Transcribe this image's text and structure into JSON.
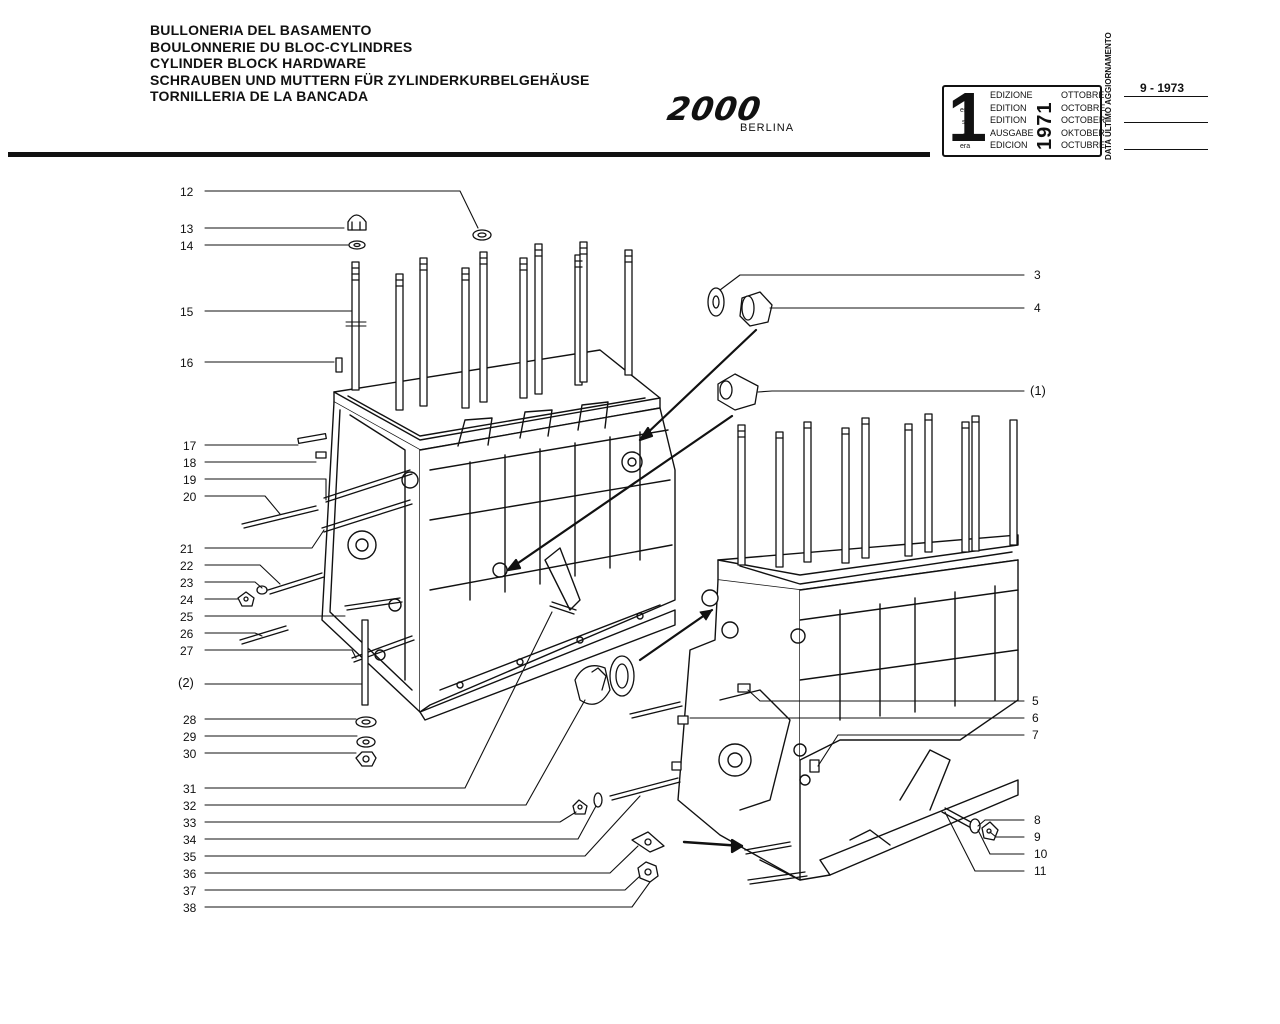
{
  "titles": [
    "BULLONERIA DEL BASAMENTO",
    "BOULONNERIE DU BLOC-CYLINDRES",
    "CYLINDER BLOCK HARDWARE",
    "SCHRAUBEN UND MUTTERN FÜR ZYLINDERKURBELGEHÄUSE",
    "TORNILLERIA DE LA BANCADA"
  ],
  "logo": {
    "model": "2000",
    "variant": "BERLINA"
  },
  "edition": {
    "number": "1",
    "suffixes": [
      "a",
      "ere",
      "st",
      ".",
      "era"
    ],
    "edition_words": [
      "EDIZIONE",
      "EDITION",
      "EDITION",
      "AUSGABE",
      "EDICION"
    ],
    "year": "1971",
    "months": [
      "OTTOBRE",
      "OCTOBRE",
      "OCTOBER",
      "OKTOBER",
      "OCTUBRE"
    ],
    "last_update_label": "DATA ULTIMO AGGIORNAMENTO",
    "last_update_value": "9 - 1973"
  },
  "callouts_left": [
    "12",
    "13",
    "14",
    "15",
    "16",
    "17",
    "18",
    "19",
    "20",
    "21",
    "22",
    "23",
    "24",
    "25",
    "26",
    "27",
    "(2)",
    "28",
    "29",
    "30",
    "31",
    "32",
    "33",
    "34",
    "35",
    "36",
    "37",
    "38"
  ],
  "callouts_right": [
    "3",
    "4",
    "(1)",
    "5",
    "6",
    "7",
    "8",
    "9",
    "10",
    "11"
  ]
}
